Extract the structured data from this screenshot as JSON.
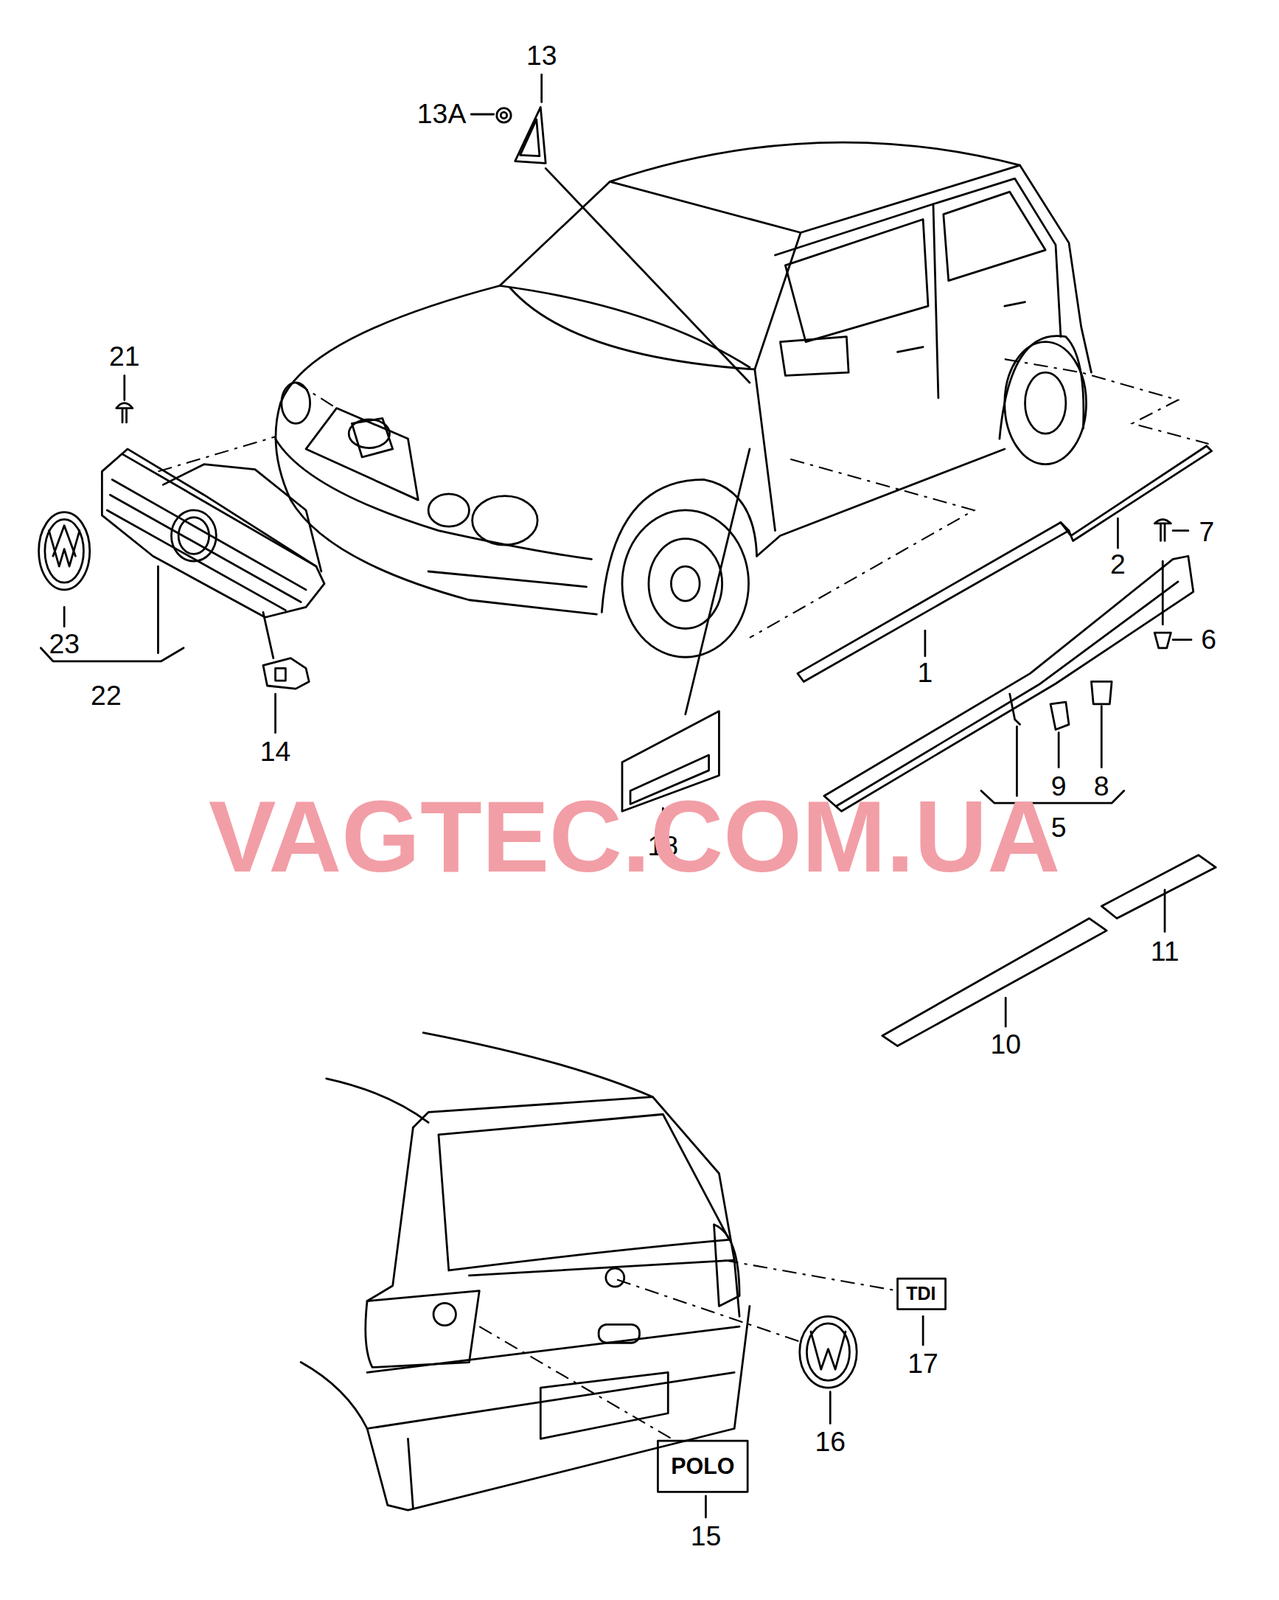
{
  "diagram": {
    "labels": [
      "13",
      "13A",
      "21",
      "23",
      "22",
      "14",
      "7",
      "2",
      "6",
      "1",
      "9",
      "8",
      "5",
      "18",
      "VAGTEC.COM.UA",
      "11",
      "10",
      "TDI",
      "17",
      "16",
      "POLO",
      "15"
    ]
  }
}
